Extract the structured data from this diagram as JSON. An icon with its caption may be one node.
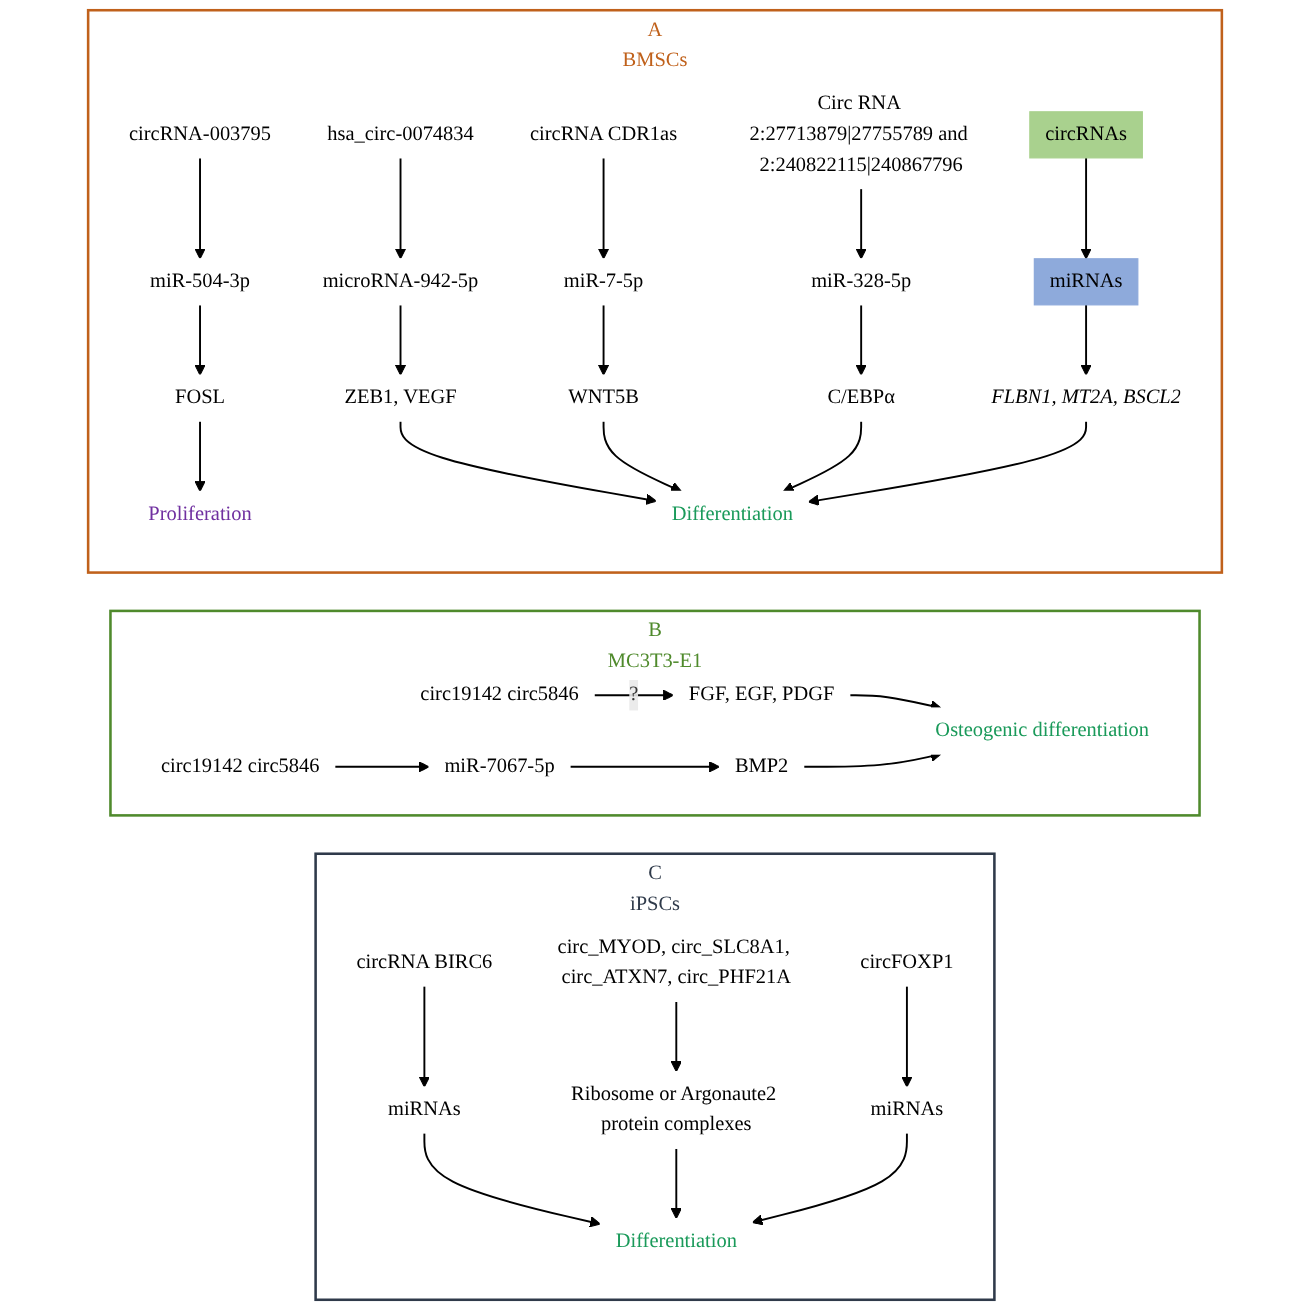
{
  "diagram": {
    "nodes": [
      {
        "text": [
          "BMSCs"
        ],
        "beside": [
          "A"
        ]
      },
      {
        "text": [
          "circRNA-003795"
        ],
        "in": 0
      },
      {
        "text": [
          "hsa_circ-0074834"
        ],
        "in": 0
      },
      {
        "text": [
          "circRNA CDR1as"
        ],
        "in": 0
      },
      {
        "text": [
          "Circ RNA 2:27713879|27755789 and 2:240822115|240867796"
        ],
        "in": 0
      },
      {
        "text": [
          "circRNAs"
        ],
        "in": 0
      },
      {
        "text": [
          "miR-504-3p"
        ],
        "in": 0
      },
      {
        "text": [
          "microRNA-942-5p"
        ],
        "in": 0
      },
      {
        "text": [
          "miR-7-5p"
        ],
        "in": 0
      },
      {
        "text": [
          "miR-328-5p"
        ],
        "in": 0
      },
      {
        "text": [
          "miRNAs"
        ],
        "in": 0
      },
      {
        "text": [
          "FOSL"
        ],
        "in": 0
      },
      {
        "text": [
          "ZEB1, VEGF"
        ],
        "in": 0
      },
      {
        "text": [
          "WNT5B"
        ],
        "in": 0
      },
      {
        "text": [
          "C/EBPα"
        ],
        "in": 0
      },
      {
        "text": [
          "FLBN1, MT2A, BSCL2"
        ],
        "in": 0
      },
      {
        "text": [
          "Proliferation"
        ],
        "in": 0
      },
      {
        "text": [
          "Differentiation"
        ],
        "in": 0
      },
      {
        "text": [
          "MC3T3-E1"
        ],
        "beside": [
          "B"
        ]
      },
      {
        "text": [
          "circ19142 circ5846"
        ],
        "in": 18
      },
      {
        "text": [
          "FGF, EGF, PDGF"
        ],
        "in": 18
      },
      {
        "text": [
          "Osteogenic differentiation"
        ],
        "in": 18
      },
      {
        "text": [
          "circ19142 circ5846"
        ],
        "in": 18
      },
      {
        "text": [
          "miR-7067-5p"
        ],
        "in": 18
      },
      {
        "text": [
          "BMP2"
        ],
        "in": 18
      },
      {
        "text": [
          "iPSCs"
        ],
        "beside": [
          "C"
        ]
      },
      {
        "text": [
          "circRNA BIRC6"
        ],
        "in": 25
      },
      {
        "text": [
          "circ_MYOD, circ_SLC8A1, circ_ATXN7, circ_PHF21A"
        ],
        "in": 25
      },
      {
        "text": [
          "circFOXP1"
        ],
        "in": 25
      },
      {
        "text": [
          "miRNAs"
        ],
        "in": 25
      },
      {
        "text": [
          "Ribosome or Argonaute2 protein complexes"
        ],
        "in": 25
      },
      {
        "text": [
          "miRNAs"
        ],
        "in": 25
      },
      {
        "text": [
          "Differentiation"
        ],
        "in": 25
      }
    ],
    "edges": [
      {
        "from": 1,
        "to": 6,
        "arrow": "to"
      },
      {
        "from": 2,
        "to": 7,
        "arrow": "to"
      },
      {
        "from": 3,
        "to": 8,
        "arrow": "to"
      },
      {
        "from": 4,
        "to": 9,
        "arrow": "to"
      },
      {
        "from": 5,
        "to": 10,
        "arrow": "to"
      },
      {
        "from": 6,
        "to": 11,
        "arrow": "to"
      },
      {
        "from": 7,
        "to": 12,
        "arrow": "to"
      },
      {
        "from": 8,
        "to": 13,
        "arrow": "to"
      },
      {
        "from": 9,
        "to": 14,
        "arrow": "to"
      },
      {
        "from": 10,
        "to": 15,
        "arrow": "to"
      },
      {
        "from": 11,
        "to": 16,
        "arrow": "to"
      },
      {
        "from": 12,
        "to": 17,
        "arrow": "to"
      },
      {
        "from": 13,
        "to": 17,
        "arrow": "to"
      },
      {
        "from": 14,
        "to": 17,
        "arrow": "to"
      },
      {
        "from": 15,
        "to": 17,
        "arrow": "to"
      },
      {
        "from": 19,
        "to": 20,
        "label": "?",
        "arrow": "to"
      },
      {
        "from": 20,
        "to": 21,
        "arrow": "to"
      },
      {
        "from": 22,
        "to": 23,
        "arrow": "to"
      },
      {
        "from": 23,
        "to": 24,
        "arrow": "to"
      },
      {
        "from": 24,
        "to": 21,
        "arrow": "to"
      },
      {
        "from": 26,
        "to": 29,
        "arrow": "to"
      },
      {
        "from": 27,
        "to": 30,
        "arrow": "to"
      },
      {
        "from": 28,
        "to": 31,
        "arrow": "to"
      },
      {
        "from": 29,
        "to": 32,
        "arrow": "to"
      },
      {
        "from": 30,
        "to": 32,
        "arrow": "to"
      },
      {
        "from": 31,
        "to": 32,
        "arrow": "to"
      }
    ]
  }
}
